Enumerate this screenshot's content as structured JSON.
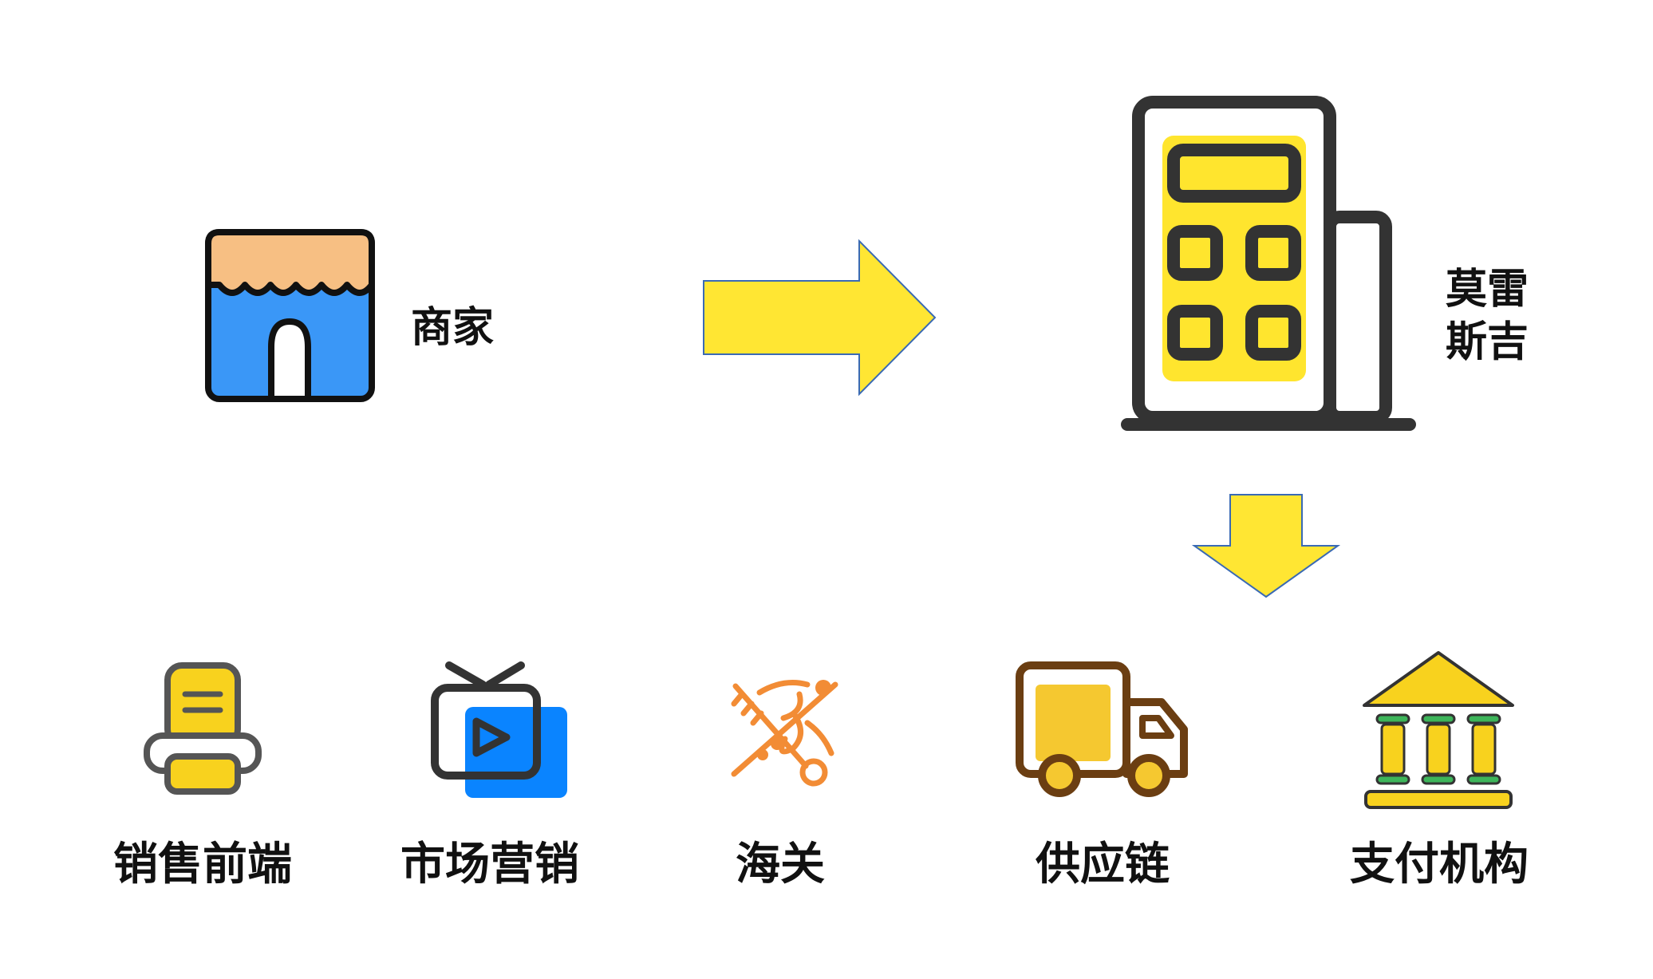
{
  "merchant": {
    "label": "商家",
    "icon": "storefront-icon"
  },
  "company": {
    "line1": "莫雷",
    "line2": "斯吉",
    "icon": "office-building-icon"
  },
  "arrows": {
    "right": "arrow-right",
    "down": "arrow-down",
    "fill": "#FFE633",
    "stroke": "#3A6AB4"
  },
  "services": [
    {
      "label": "销售前端",
      "icon": "printer-icon"
    },
    {
      "label": "市场营销",
      "icon": "tv-play-icon"
    },
    {
      "label": "海关",
      "icon": "customs-caduceus-key-icon"
    },
    {
      "label": "供应链",
      "icon": "delivery-truck-icon"
    },
    {
      "label": "支付机构",
      "icon": "bank-building-icon"
    }
  ],
  "colors": {
    "store_blue": "#3A97F7",
    "store_awning": "#F7BF83",
    "building_yellow": "#FFE52E",
    "dark": "#333333",
    "customs_orange": "#F28C35",
    "truck_brown": "#6B3E12",
    "truck_yellow": "#F5C830",
    "bank_green": "#3DB55A"
  }
}
